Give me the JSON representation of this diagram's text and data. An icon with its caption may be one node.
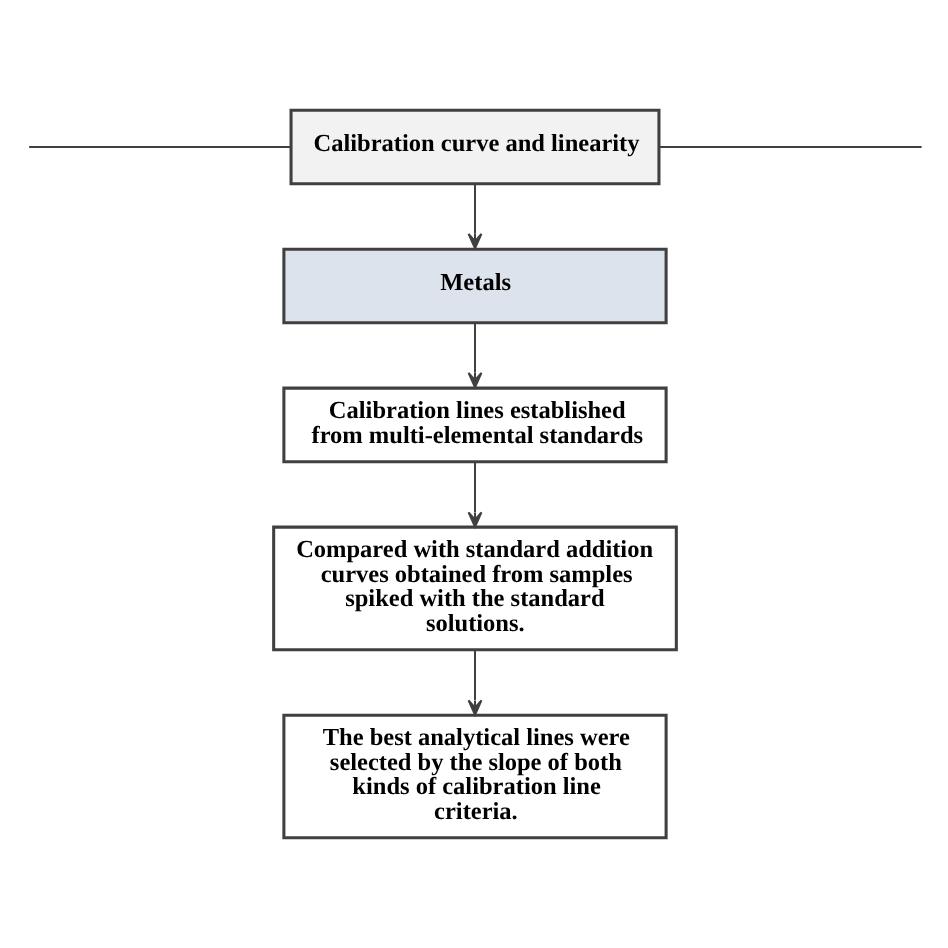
{
  "diagram": {
    "nodes": [
      {
        "text": [
          "Calibration curve and linearity"
        ]
      },
      {
        "text": [
          "Metals"
        ]
      },
      {
        "text": [
          "Calibration lines established from multi-elemental standards"
        ]
      },
      {
        "text": [
          "Compared with standard addition curves obtained from samples spiked with the standard solutions."
        ]
      },
      {
        "text": [
          "The best analytical lines were selected by the slope of both kinds of calibration line criteria."
        ]
      }
    ],
    "edges": [
      {
        "from": null,
        "to": 0,
        "arrow": "none"
      },
      {
        "from": 0,
        "to": null,
        "arrow": "none"
      },
      {
        "from": 0,
        "to": 1,
        "arrow": "to"
      },
      {
        "from": 1,
        "to": 2,
        "arrow": "to"
      },
      {
        "from": 2,
        "to": 3,
        "arrow": "to"
      },
      {
        "from": 3,
        "to": 4,
        "arrow": "to"
      }
    ]
  }
}
